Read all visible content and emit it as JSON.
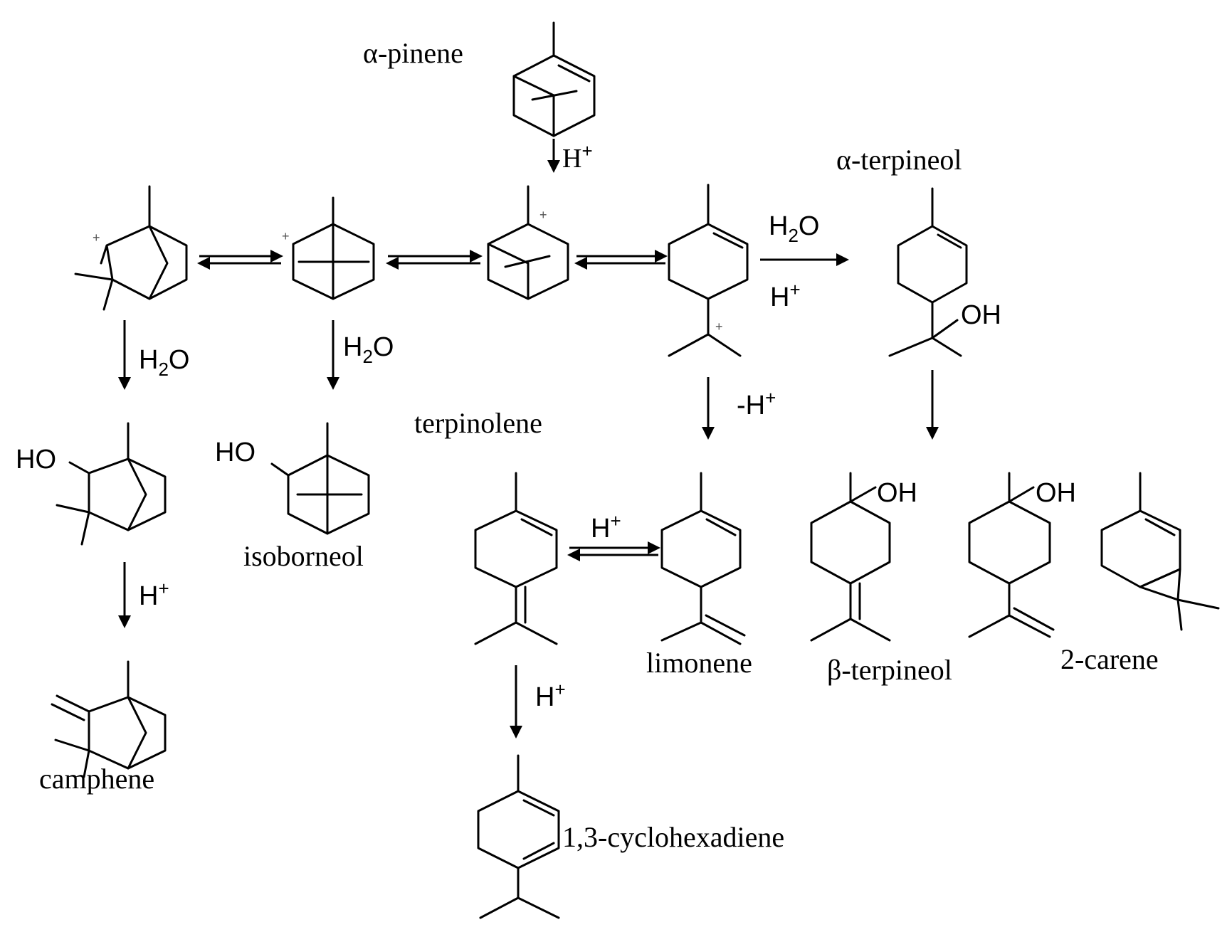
{
  "compounds": {
    "alpha_pinene": "α-pinene",
    "alpha_terpineol": "α-terpineol",
    "terpinolene": "terpinolene",
    "isoborneol": "isoborneol",
    "limonene": "limonene",
    "beta_terpineol": "β-terpineol",
    "carene": "2-carene",
    "camphene": "camphene",
    "cyclohexadiene": "1,3-cyclohexadiene"
  },
  "atoms": {
    "oh": "OH",
    "ho": "HO",
    "h": "H",
    "o": "O",
    "two": "2",
    "plus": "+",
    "minus_h": "-H"
  }
}
